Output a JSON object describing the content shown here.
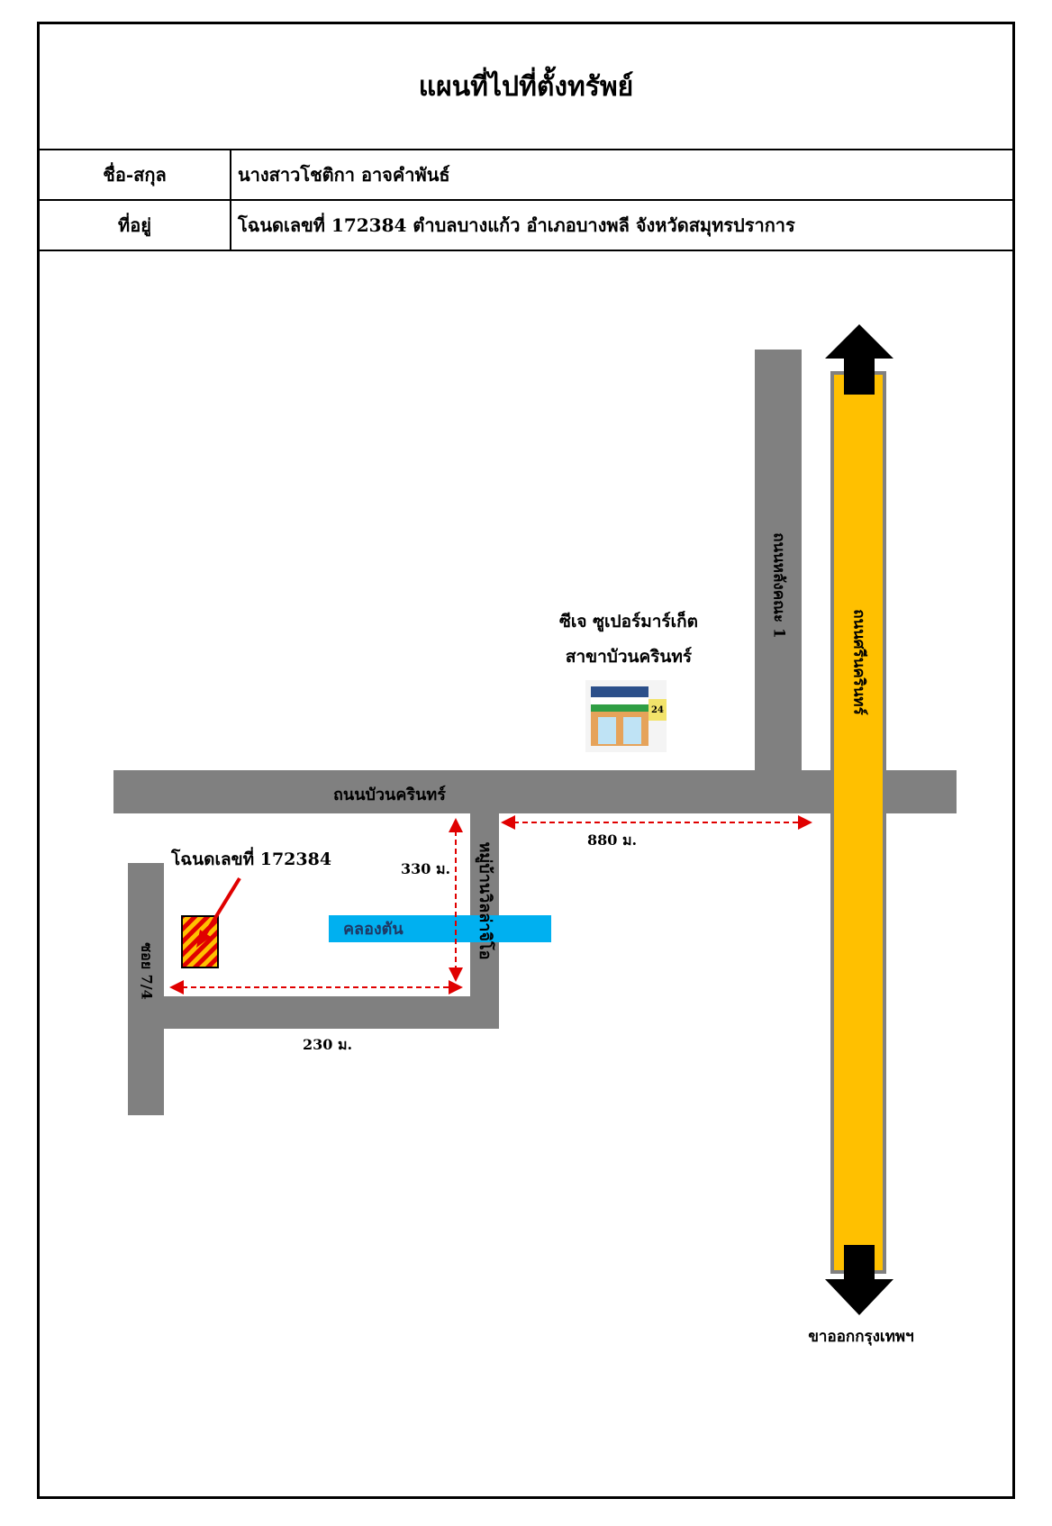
{
  "header": {
    "title": "แผนที่ไปที่ตั้งทรัพย์",
    "name_label": "ชื่อ-สกุล",
    "name_value": "นางสาวโชติกา อาจคำพันธ์",
    "address_label": "ที่อยู่",
    "address_value": "โฉนดเลขที่ 172384 ตำบลบางแก้ว อำเภอบางพลี จังหวัดสมุทรปราการ"
  },
  "map": {
    "highway_label": "ถนนศรีนครินทร์",
    "road_main_label": "ถนนบัวนครินทร์",
    "road_north_label": "ถนนหลังคณะ 1",
    "village_label": "หมู่บ้านวิลล่าจิโอ",
    "soi_label": "ซอย 7/4",
    "canal_label": "คลองตัน",
    "store_name": "ซีเจ ซูเปอร์มาร์เก็ต",
    "store_branch": "สาขาบัวนครินทร์",
    "store_badge": "24",
    "property_label": "โฉนดเลขที่ 172384",
    "dist_east": "880 ม.",
    "dist_north": "330 ม.",
    "dist_west": "230 ม.",
    "direction_label": "ขาออกกรุงเทพฯ",
    "colors": {
      "road": "#808080",
      "highway": "#ffc000",
      "canal": "#00b0f0",
      "arrow": "#000000",
      "dimension": "#e00000",
      "property": "#e00000"
    }
  }
}
